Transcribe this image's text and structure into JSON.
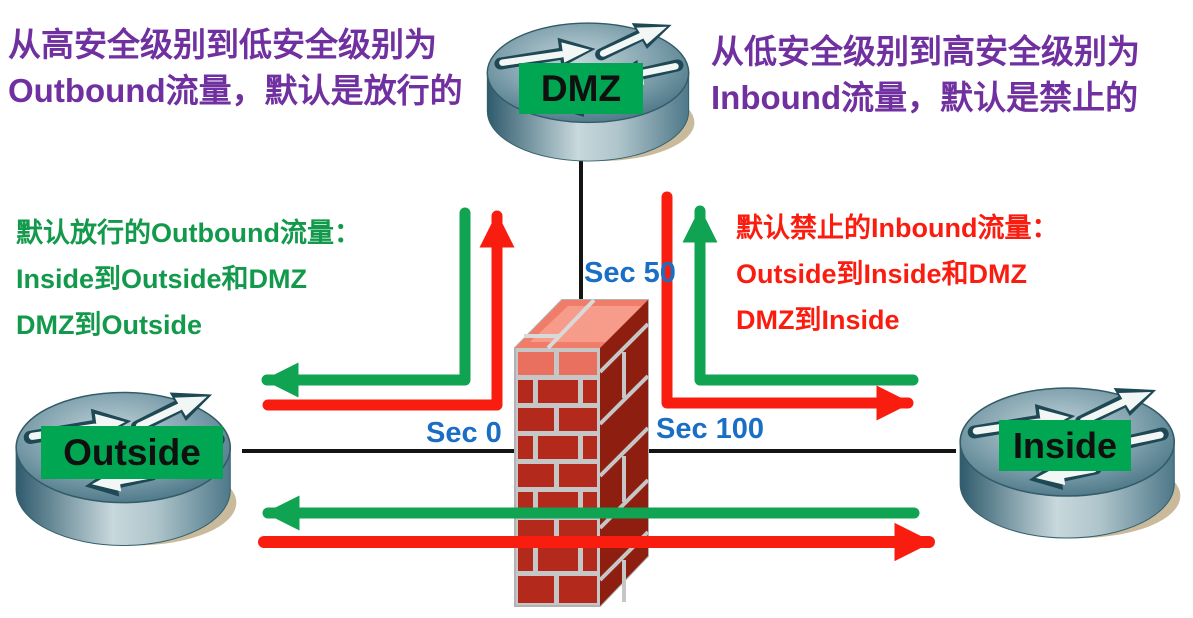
{
  "annotations": {
    "top_left": {
      "color": "#7030A0",
      "lines": [
        "从高安全级别到低安全级别为",
        "Outbound流量，默认是放行的"
      ]
    },
    "top_right": {
      "color": "#7030A0",
      "lines": [
        "从低安全级别到高安全级别为",
        "Inbound流量，默认是禁止的"
      ]
    },
    "outbound_allowed": {
      "color": "#12994B",
      "lines": [
        "默认放行的Outbound流量：",
        "Inside到Outside和DMZ",
        "DMZ到Outside"
      ]
    },
    "inbound_denied": {
      "color": "#FB1C10",
      "lines": [
        "默认禁止的Inbound流量：",
        "Outside到Inside和DMZ",
        "DMZ到Inside"
      ]
    }
  },
  "nodes": {
    "dmz": {
      "label": "DMZ",
      "security_level": "Sec 50"
    },
    "outside": {
      "label": "Outside",
      "security_level": "Sec 0"
    },
    "inside": {
      "label": "Inside",
      "security_level": "Sec 100"
    }
  },
  "arrows": [
    {
      "name": "outbound-dmz-to-outside",
      "color": "green",
      "direction": "down left side of firewall then left toward Outside"
    },
    {
      "name": "inbound-outside-to-dmz",
      "color": "red",
      "direction": "from Outside side then up toward DMZ"
    },
    {
      "name": "outbound-inside-to-dmz",
      "color": "green",
      "direction": "from Inside side then up toward DMZ"
    },
    {
      "name": "inbound-dmz-to-inside",
      "color": "red",
      "direction": "down right side of firewall then right toward Inside"
    },
    {
      "name": "outbound-inside-to-outside",
      "color": "green",
      "direction": "long horizontal through firewall pointing left"
    },
    {
      "name": "inbound-outside-to-inside",
      "color": "red",
      "direction": "long horizontal through firewall pointing right"
    }
  ],
  "colors": {
    "purple_annotation": "#7030A0",
    "green_text": "#12994B",
    "red_text": "#FB1C10",
    "security_label_blue": "#1A6FC4",
    "allowed_arrow_green": "#10A351",
    "denied_arrow_red": "#F91D10",
    "node_label_bg": "#00A651",
    "firewall_brick": "#B3291C",
    "firewall_mortar": "#C6C6C6",
    "link_line": "#141414"
  }
}
